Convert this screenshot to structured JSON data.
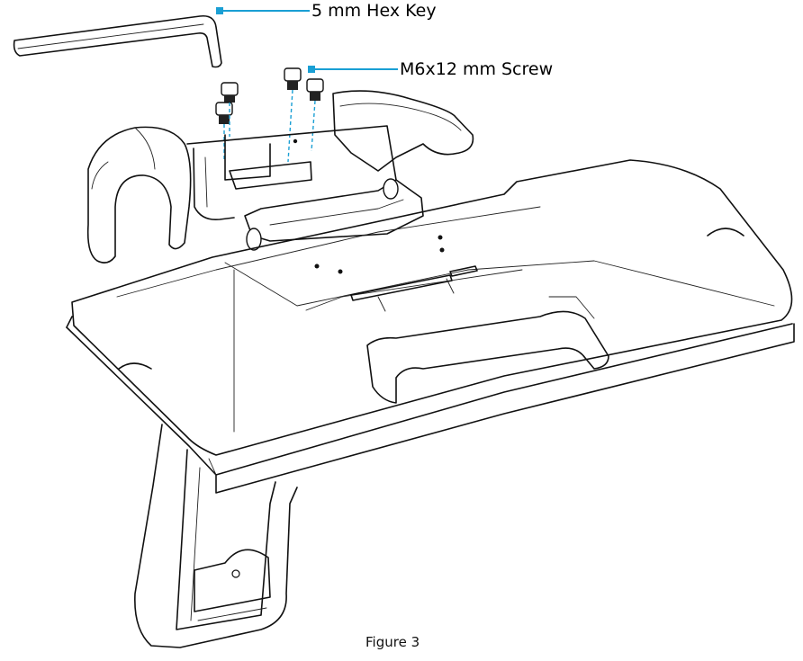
{
  "labels": {
    "hex_key": "5 mm Hex Key",
    "screw": "M6x12 mm Screw"
  },
  "caption": "Figure 3",
  "colors": {
    "callout": "#1a9fd4",
    "line": "#111111"
  }
}
